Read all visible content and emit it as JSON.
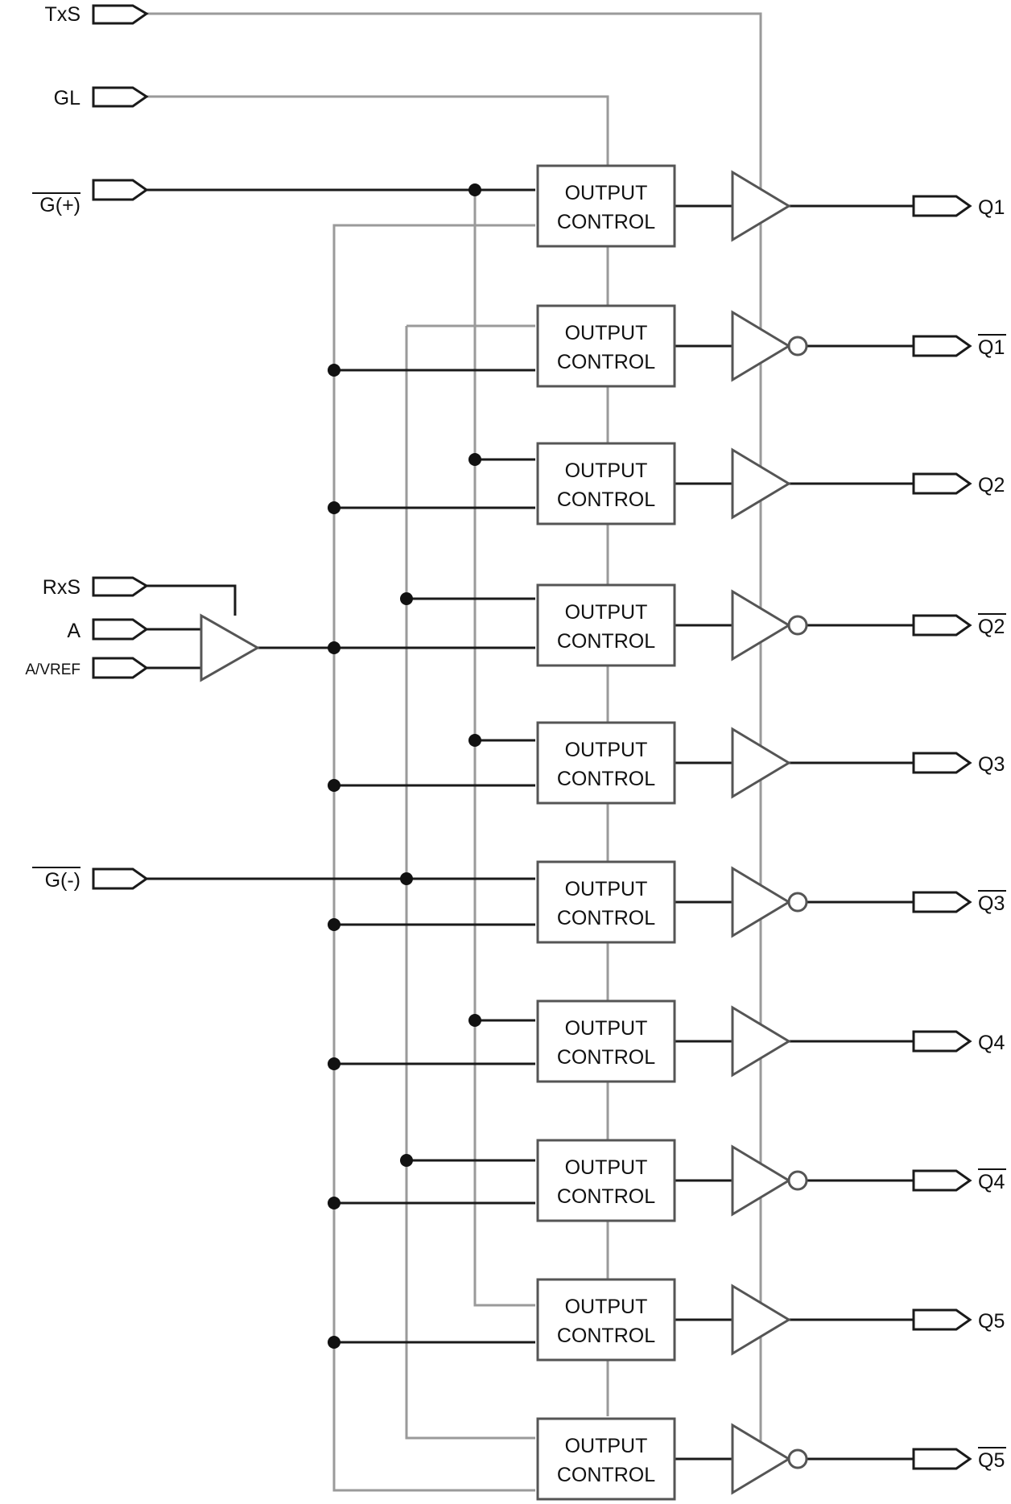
{
  "inputs": {
    "txs": "TxS",
    "gl": "GL",
    "g_plus": "G(+)",
    "rxs": "RxS",
    "a": "A",
    "a_vref": "A/VREF",
    "g_minus": "G(-)"
  },
  "output_control": {
    "line1": "OUTPUT",
    "line2": "CONTROL"
  },
  "outputs": [
    {
      "label": "Q1",
      "inverted": false
    },
    {
      "label": "Q1",
      "inverted": true
    },
    {
      "label": "Q2",
      "inverted": false
    },
    {
      "label": "Q2",
      "inverted": true
    },
    {
      "label": "Q3",
      "inverted": false
    },
    {
      "label": "Q3",
      "inverted": true
    },
    {
      "label": "Q4",
      "inverted": false
    },
    {
      "label": "Q4",
      "inverted": true
    },
    {
      "label": "Q5",
      "inverted": false
    },
    {
      "label": "Q5",
      "inverted": true
    }
  ]
}
